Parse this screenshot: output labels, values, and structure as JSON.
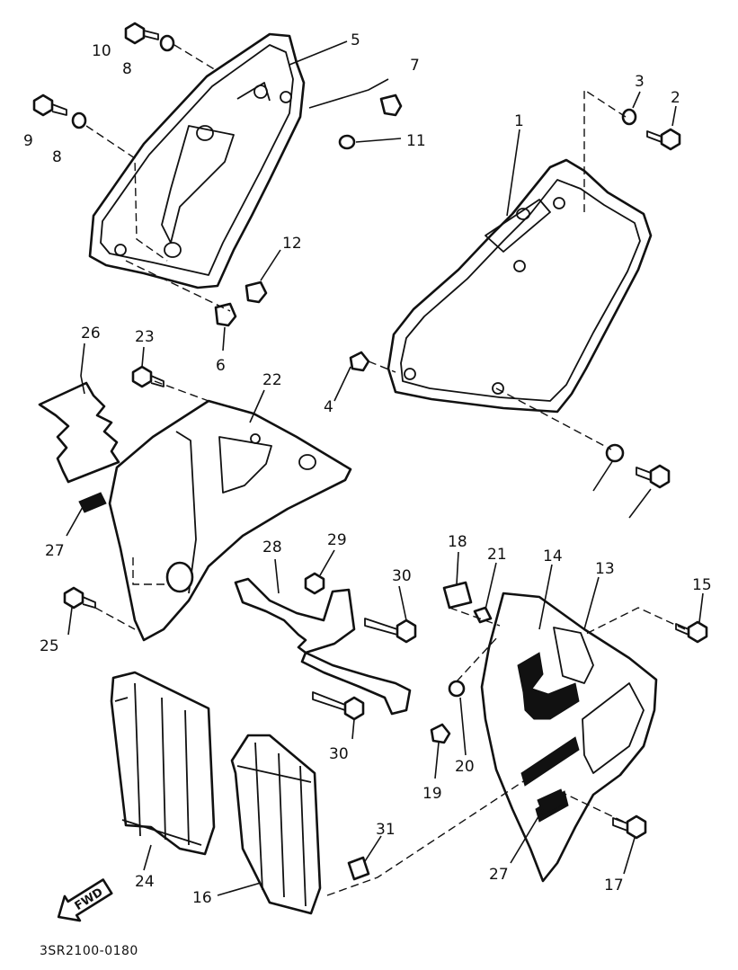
{
  "diagram_code": "3SR2100-0180",
  "fwd_label": "FWD",
  "callouts": [
    {
      "id": 1,
      "label": "1"
    },
    {
      "id": 2,
      "label": "2"
    },
    {
      "id": 3,
      "label": "3"
    },
    {
      "id": 4,
      "label": "4"
    },
    {
      "id": 5,
      "label": "5"
    },
    {
      "id": 6,
      "label": "6"
    },
    {
      "id": 7,
      "label": "7"
    },
    {
      "id": 8,
      "label": "8"
    },
    {
      "id": 9,
      "label": "9"
    },
    {
      "id": 10,
      "label": "10"
    },
    {
      "id": 11,
      "label": "11"
    },
    {
      "id": 12,
      "label": "12"
    },
    {
      "id": 13,
      "label": "13"
    },
    {
      "id": 14,
      "label": "14"
    },
    {
      "id": 15,
      "label": "15"
    },
    {
      "id": 16,
      "label": "16"
    },
    {
      "id": 17,
      "label": "17"
    },
    {
      "id": 18,
      "label": "18"
    },
    {
      "id": 19,
      "label": "19"
    },
    {
      "id": 20,
      "label": "20"
    },
    {
      "id": 21,
      "label": "21"
    },
    {
      "id": 22,
      "label": "22"
    },
    {
      "id": 23,
      "label": "23"
    },
    {
      "id": 24,
      "label": "24"
    },
    {
      "id": 25,
      "label": "25"
    },
    {
      "id": 26,
      "label": "26"
    },
    {
      "id": 27,
      "label": "27"
    },
    {
      "id": 28,
      "label": "28"
    },
    {
      "id": 29,
      "label": "29"
    },
    {
      "id": 30,
      "label": "30"
    },
    {
      "id": 31,
      "label": "31"
    }
  ]
}
